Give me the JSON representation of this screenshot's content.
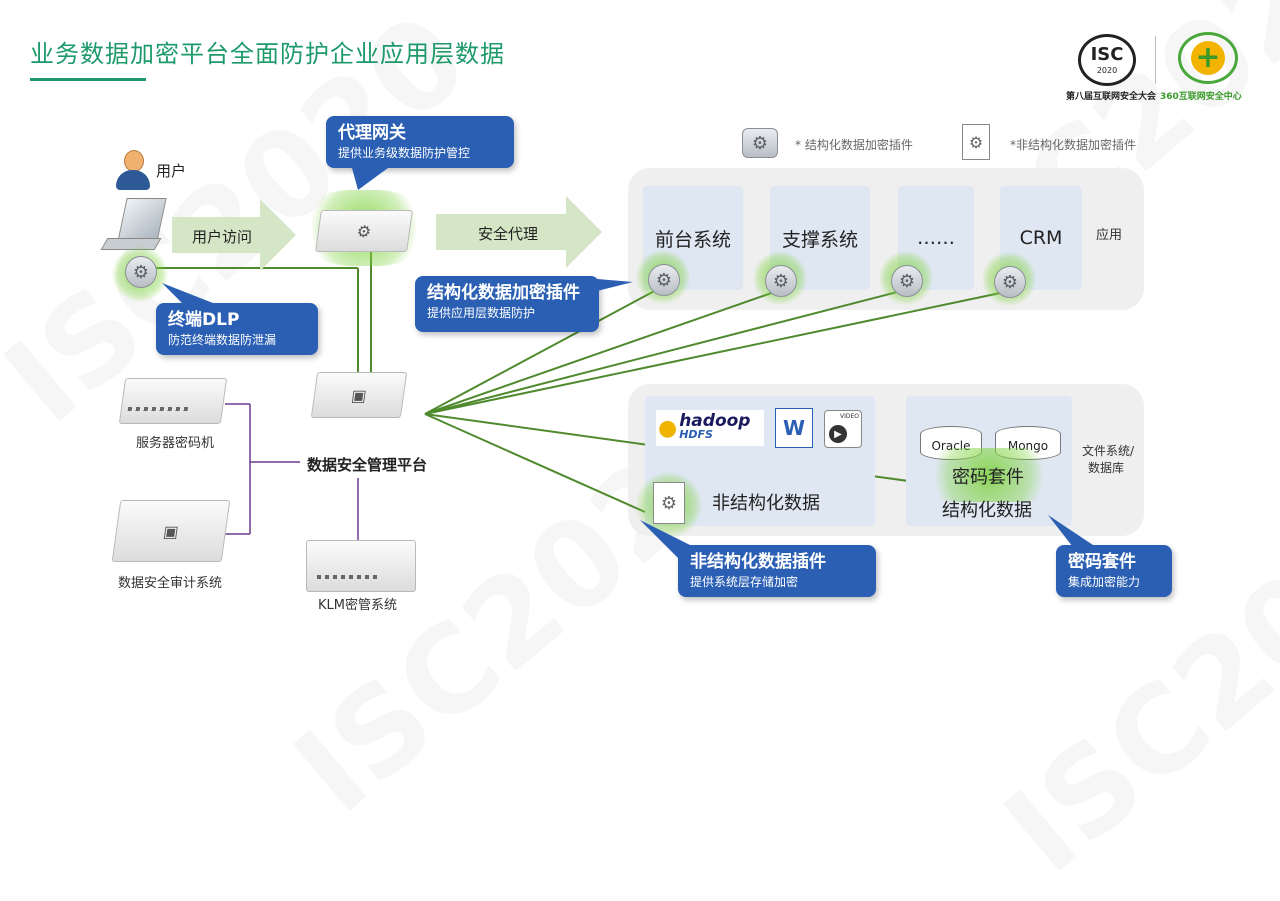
{
  "title": "业务数据加密平台全面防护企业应用层数据",
  "logos": {
    "isc_text": "ISC",
    "isc_year": "2020",
    "isc_caption": "第八届互联网安全大会",
    "center_caption": "360互联网安全中心"
  },
  "watermark_text": "ISC2020",
  "legend": {
    "struct_plugin": "* 结构化数据加密插件",
    "unstruct_plugin": "*非结构化数据加密插件"
  },
  "left": {
    "user_label": "用户",
    "user_access": "用户访问",
    "security_proxy": "安全代理",
    "server_crypto": "服务器密码机",
    "audit": "数据安全审计系统",
    "platform": "数据安全管理平台",
    "klm": "KLM密管系统"
  },
  "callouts": {
    "gateway": {
      "title": "代理网关",
      "sub": "提供业务级数据防护管控"
    },
    "dlp": {
      "title": "终端DLP",
      "sub": "防范终端数据防泄漏"
    },
    "struct_plugin": {
      "title": "结构化数据加密插件",
      "sub": "提供应用层数据防护"
    },
    "unstruct_plugin": {
      "title": "非结构化数据插件",
      "sub": "提供系统层存储加密"
    },
    "crypto_suite": {
      "title": "密码套件",
      "sub": "集成加密能力"
    }
  },
  "apps": {
    "items": [
      "前台系统",
      "支撑系统",
      "……",
      "CRM"
    ],
    "label": "应用"
  },
  "storage": {
    "hadoop": "hadoop",
    "hdfs": "HDFS",
    "word": "W",
    "video": "VIDEO",
    "unstruct_label": "非结构化数据",
    "oracle": "Oracle",
    "mongo": "Mongo",
    "crypto_suite": "密码套件",
    "struct_label": "结构化数据",
    "label_line1": "文件系统/",
    "label_line2": "数据库"
  }
}
